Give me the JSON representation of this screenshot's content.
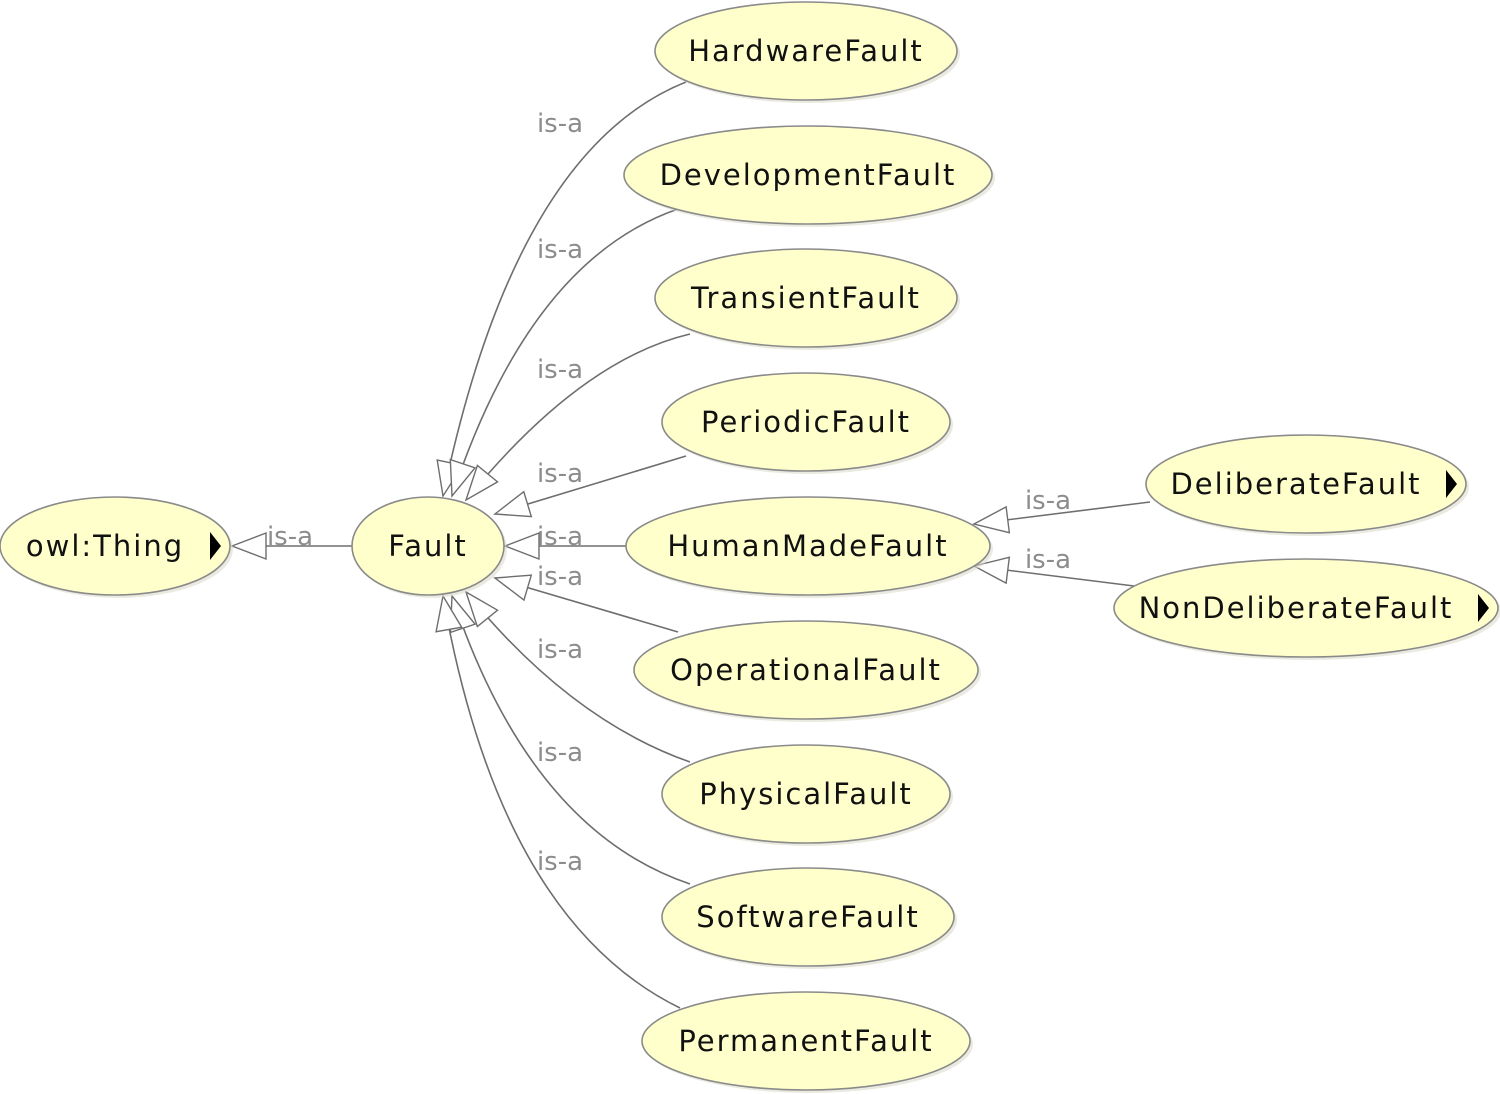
{
  "colors": {
    "node_fill": "#ffffcc",
    "node_stroke": "#8a8a8a",
    "edge": "#6e6e6e",
    "edge_label": "#8c8c8c",
    "text": "#111111"
  },
  "nodes": [
    {
      "id": "owl-thing",
      "label": "owl:Thing",
      "expandable": true
    },
    {
      "id": "fault",
      "label": "Fault",
      "expandable": false
    },
    {
      "id": "hardware-fault",
      "label": "HardwareFault",
      "expandable": false
    },
    {
      "id": "development-fault",
      "label": "DevelopmentFault",
      "expandable": false
    },
    {
      "id": "transient-fault",
      "label": "TransientFault",
      "expandable": false
    },
    {
      "id": "periodic-fault",
      "label": "PeriodicFault",
      "expandable": false
    },
    {
      "id": "human-made-fault",
      "label": "HumanMadeFault",
      "expandable": false
    },
    {
      "id": "operational-fault",
      "label": "OperationalFault",
      "expandable": false
    },
    {
      "id": "physical-fault",
      "label": "PhysicalFault",
      "expandable": false
    },
    {
      "id": "software-fault",
      "label": "SoftwareFault",
      "expandable": false
    },
    {
      "id": "permanent-fault",
      "label": "PermanentFault",
      "expandable": false
    },
    {
      "id": "deliberate-fault",
      "label": "DeliberateFault",
      "expandable": true
    },
    {
      "id": "non-deliberate-fault",
      "label": "NonDeliberateFault",
      "expandable": true
    }
  ],
  "edges": [
    {
      "from": "fault",
      "to": "owl-thing",
      "label": "is-a"
    },
    {
      "from": "hardware-fault",
      "to": "fault",
      "label": "is-a"
    },
    {
      "from": "development-fault",
      "to": "fault",
      "label": "is-a"
    },
    {
      "from": "transient-fault",
      "to": "fault",
      "label": "is-a"
    },
    {
      "from": "periodic-fault",
      "to": "fault",
      "label": "is-a"
    },
    {
      "from": "human-made-fault",
      "to": "fault",
      "label": "is-a"
    },
    {
      "from": "operational-fault",
      "to": "fault",
      "label": "is-a"
    },
    {
      "from": "physical-fault",
      "to": "fault",
      "label": "is-a"
    },
    {
      "from": "software-fault",
      "to": "fault",
      "label": "is-a"
    },
    {
      "from": "permanent-fault",
      "to": "fault",
      "label": "is-a"
    },
    {
      "from": "deliberate-fault",
      "to": "human-made-fault",
      "label": "is-a"
    },
    {
      "from": "non-deliberate-fault",
      "to": "human-made-fault",
      "label": "is-a"
    }
  ]
}
